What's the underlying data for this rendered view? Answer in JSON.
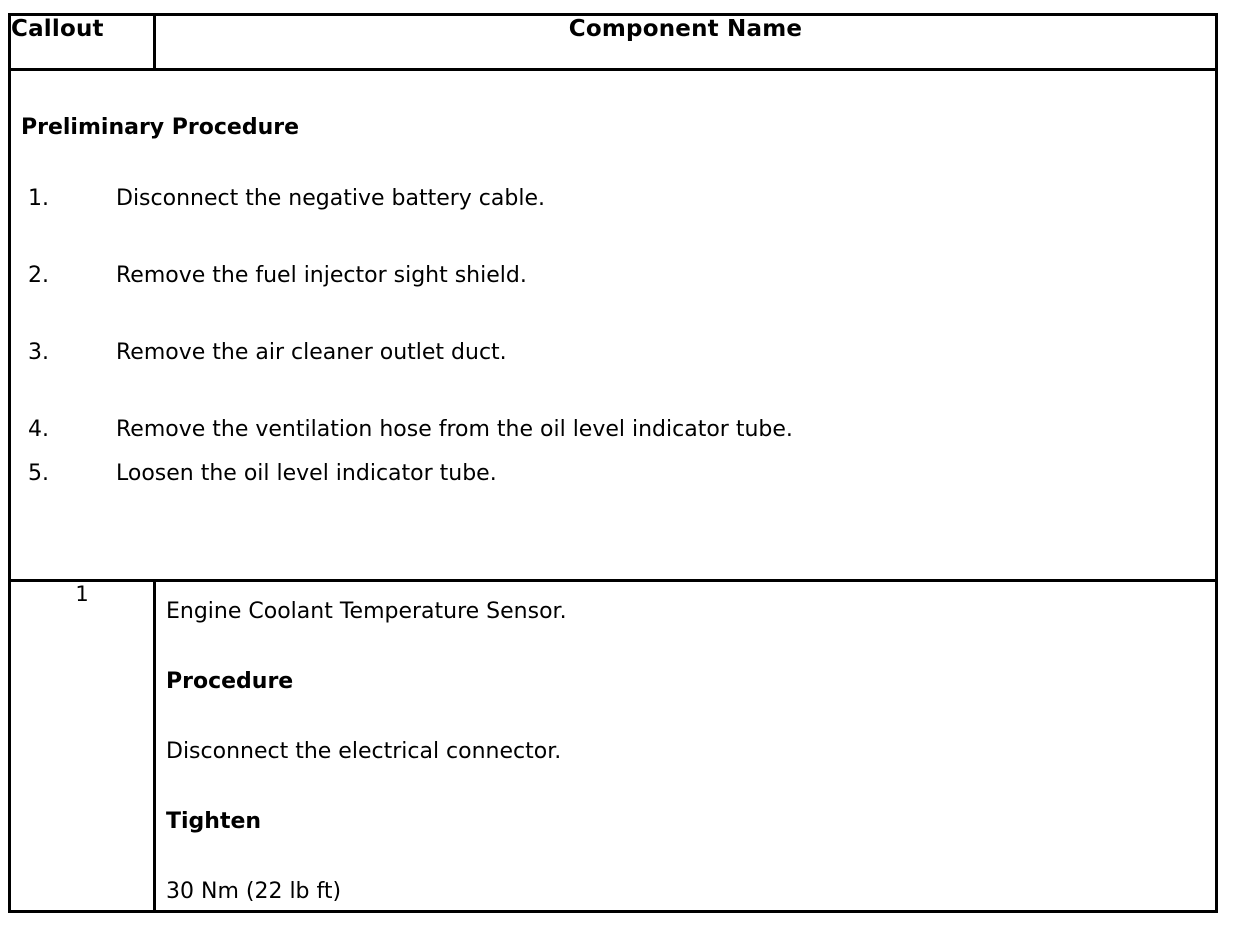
{
  "table": {
    "headers": {
      "callout": "Callout",
      "component_name": "Component Name"
    },
    "preliminary": {
      "title": "Preliminary Procedure",
      "steps": [
        {
          "number": "1.",
          "text": "Disconnect the negative battery cable."
        },
        {
          "number": "2.",
          "text": "Remove the fuel injector sight shield."
        },
        {
          "number": "3.",
          "text": "Remove the air cleaner outlet duct."
        },
        {
          "number": "4.",
          "text": "Remove the ventilation hose from the oil level indicator tube."
        },
        {
          "number": "5.",
          "text": "Loosen the oil level indicator tube."
        }
      ]
    },
    "component_row": {
      "callout": "1",
      "component_name": "Engine Coolant Temperature Sensor.",
      "procedure_label": "Procedure",
      "procedure_text": "Disconnect the electrical connector.",
      "tighten_label": "Tighten",
      "torque_value": "30 Nm (22 lb ft)"
    }
  },
  "colors": {
    "border": "#000000",
    "text": "#000000",
    "background": "#ffffff"
  }
}
